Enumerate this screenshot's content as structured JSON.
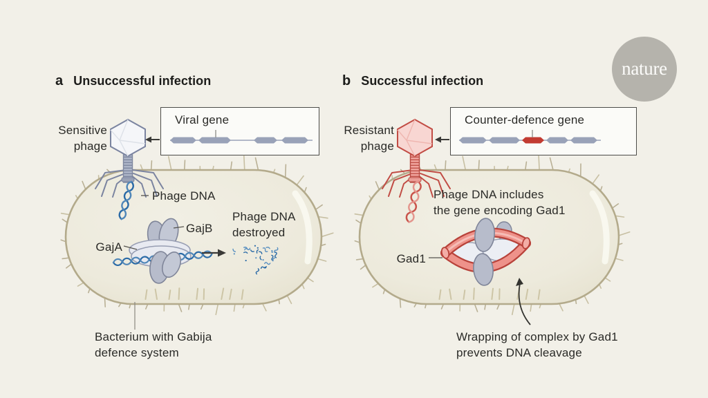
{
  "brand": {
    "logo_text": "nature"
  },
  "panel_a": {
    "key": "a",
    "title": "Unsuccessful infection",
    "phage_label": {
      "line1": "Sensitive",
      "line2": "phage"
    },
    "gene_box_label": "Viral gene",
    "phage_dna_label": "Phage DNA",
    "gaja_label": "GajA",
    "gajb_label": "GajB",
    "destroyed_label": {
      "line1": "Phage DNA",
      "line2": "destroyed"
    },
    "caption": {
      "line1": "Bacterium with Gabija",
      "line2": "defence system"
    }
  },
  "panel_b": {
    "key": "b",
    "title": "Successful infection",
    "phage_label": {
      "line1": "Resistant",
      "line2": "phage"
    },
    "gene_box_label": "Counter-defence gene",
    "dna_note": {
      "line1": "Phage DNA includes",
      "line2": "the gene encoding Gad1"
    },
    "gad1_label": "Gad1",
    "caption": {
      "line1": "Wrapping of complex by Gad1",
      "line2": "prevents DNA cleavage"
    }
  },
  "colors": {
    "background": "#f2f0e8",
    "dna_blue": "#2a6aa6",
    "dna_red": "#c9544b",
    "gene_segment_gray": "#99a2b8",
    "counter_defence_gene_red": "#c23b31",
    "phage_a_outline": "#7f88a0",
    "phage_b_outline": "#c14c44",
    "complex_gray": "#b7bccb",
    "gad1_red": "#ee928a",
    "bacterium_outline": "#b3aa8b",
    "nature_logo_gray": "#b5b3ac"
  }
}
